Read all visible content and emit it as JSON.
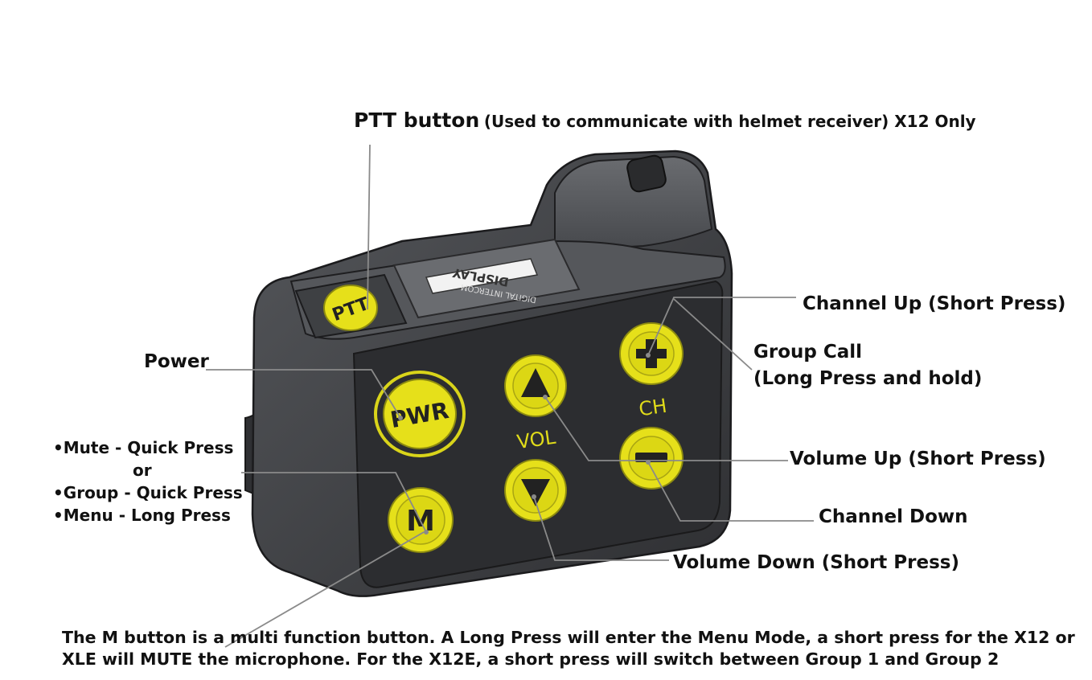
{
  "ptt": {
    "title": "PTT button",
    "detail": "(Used to communicate with helmet receiver) X12 Only"
  },
  "power": "Power",
  "m_functions": {
    "mute": "•Mute  - Quick Press",
    "or": "or",
    "group": "•Group - Quick Press",
    "menu": "•Menu  - Long Press"
  },
  "channel_up": "Channel Up (Short Press)",
  "group_call": {
    "line1": "Group Call",
    "line2": "(Long Press and hold)"
  },
  "volume_up": "Volume Up (Short Press)",
  "channel_down": "Channel Down",
  "volume_down": "Volume Down (Short Press)",
  "note": {
    "line1": "The M button is a multi function button.  A Long Press will enter the Menu Mode, a short press for the X12 or",
    "line2": "XLE will MUTE the microphone.  For the X12E, a short press will switch between Group 1 and Group 2"
  },
  "device": {
    "buttons": {
      "ptt": "PTT",
      "pwr": "PWR",
      "m": "M"
    },
    "labels": {
      "vol": "VOL",
      "ch": "CH"
    },
    "display": {
      "label": "DISPLAY",
      "sub": "DIGITAL INTERCOM"
    }
  },
  "colors": {
    "body": "#3b3c3f",
    "button": "#e6e01a",
    "leader": "#8a8a8a"
  }
}
